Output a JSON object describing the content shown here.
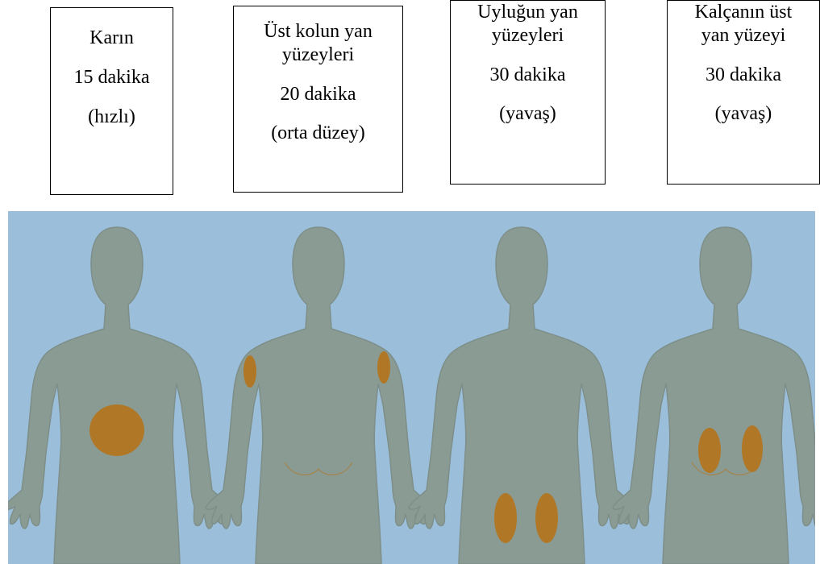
{
  "sites": [
    {
      "name": "Karın",
      "time": "15 dakika",
      "speed": "(hızlı)"
    },
    {
      "name_line1": "Üst kolun yan",
      "name_line2": "yüzeyleri",
      "time": "20 dakika",
      "speed": "(orta düzey)"
    },
    {
      "name_line1": "Uyluğun yan",
      "name_line2": "yüzeyleri",
      "time": "30 dakika",
      "speed": "(yavaş)"
    },
    {
      "name_line1": "Kalçanın üst",
      "name_line2": "yan yüzeyi",
      "time": "30 dakika",
      "speed": "(yavaş)"
    }
  ],
  "colors": {
    "background_panel": "#9bbfdb",
    "body": "#8a9b94",
    "body_outline": "#7e8e88",
    "injection_area": "#b07826"
  }
}
